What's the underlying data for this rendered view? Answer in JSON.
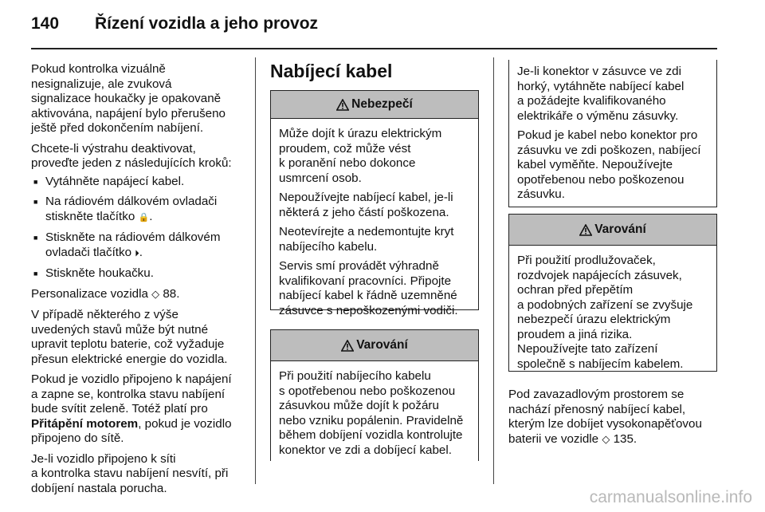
{
  "header": {
    "page_number": "140",
    "chapter_title": "Řízení vozidla a jeho provoz"
  },
  "col1": {
    "p1": "Pokud kontrolka vizuálně\nnesignalizuje, ale zvuková\nsignalizace houkačky je opakovaně\naktivována, napájení bylo přerušeno\nještě před dokončením nabíjení.",
    "p2": "Chcete-li výstrahu deaktivovat,\nproveďte jeden z následujících kroků:",
    "b1": "Vytáhněte napájecí kabel.",
    "b2_text": "Na rádiovém dálkovém ovladači\nstiskněte tlačítko ",
    "b2_icon": "🔒",
    "b3_text": "Stiskněte na rádiovém dálkovém\novladači tlačítko ",
    "b3_icon": "⏵",
    "b4": "Stiskněte houkačku.",
    "p3_text": "Personalizace vozidla ",
    "p3_ref_icon": "◇",
    "p3_ref": " 88.",
    "p4": "V případě některého z výše\nuvedených stavů může být nutné\nupravit teplotu baterie, což vyžaduje\npřesun elektrické energie do vozidla.",
    "p5_a": "Pokud je vozidlo připojeno k napájení\na zapne se, kontrolka stavu nabíjení\nbude svítit zeleně. Totéž platí pro\n",
    "p5_bold": "Přitápění motorem",
    "p5_b": ", pokud je vozidlo\npřipojeno do sítě.",
    "p6": "Je-li vozidlo připojeno k síti\na kontrolka stavu nabíjení nesvítí, při\ndobíjení nastala porucha."
  },
  "col2": {
    "heading": "Nabíjecí kabel",
    "danger": {
      "title": "Nebezpečí",
      "p1": "Může dojít k úrazu elektrickým\nproudem, což může vést\nk poranění nebo dokonce\nusmrcení osob.",
      "p2": "Nepoužívejte nabíjecí kabel, je-li\nněkterá z jeho částí poškozena.",
      "p3": "Neotevírejte a nedemontujte kryt\nnabíjecího kabelu.",
      "p4": "Servis smí provádět výhradně\nkvalifikovaní pracovníci. Připojte\nnabíjecí kabel k řádně uzemněné\nzásuvce s nepoškozenými vodiči."
    },
    "warning": {
      "title": "Varování",
      "p1": "Při použití nabíjecího kabelu\ns opotřebenou nebo poškozenou\nzásuvkou může dojít k požáru\nnebo vzniku popálenin. Pravidelně\nběhem dobíjení vozidla kontrolujte\nkonektor ve zdi a dobíjecí kabel."
    }
  },
  "col3": {
    "cont": {
      "p1": "Je-li konektor v zásuvce ve zdi\nhorký, vytáhněte nabíjecí kabel\na požádejte kvalifikovaného\nelektrikáře o výměnu zásuvky.",
      "p2": "Pokud je kabel nebo konektor pro\nzásuvku ve zdi poškozen, nabíjecí\nkabel vyměňte. Nepoužívejte\nopotřebenou nebo poškozenou\nzásuvku."
    },
    "warning": {
      "title": "Varování",
      "p1": "Při použití prodlužovaček,\nrozdvojek napájecích zásuvek,\nochran před přepětím\na podobných zařízení se zvyšuje\nnebezpečí úrazu elektrickým\nproudem a jiná rizika.\nNepoužívejte tato zařízení\nspolečně s nabíjecím kabelem."
    },
    "p_text": "Pod zavazadlovým prostorem se\nnachází přenosný nabíjecí kabel,\nkterým lze dobíjet vysokonapěťovou\nbaterii ve vozidle ",
    "p_ref_icon": "◇",
    "p_ref": " 135."
  },
  "watermark": "carmanualsonline.info"
}
